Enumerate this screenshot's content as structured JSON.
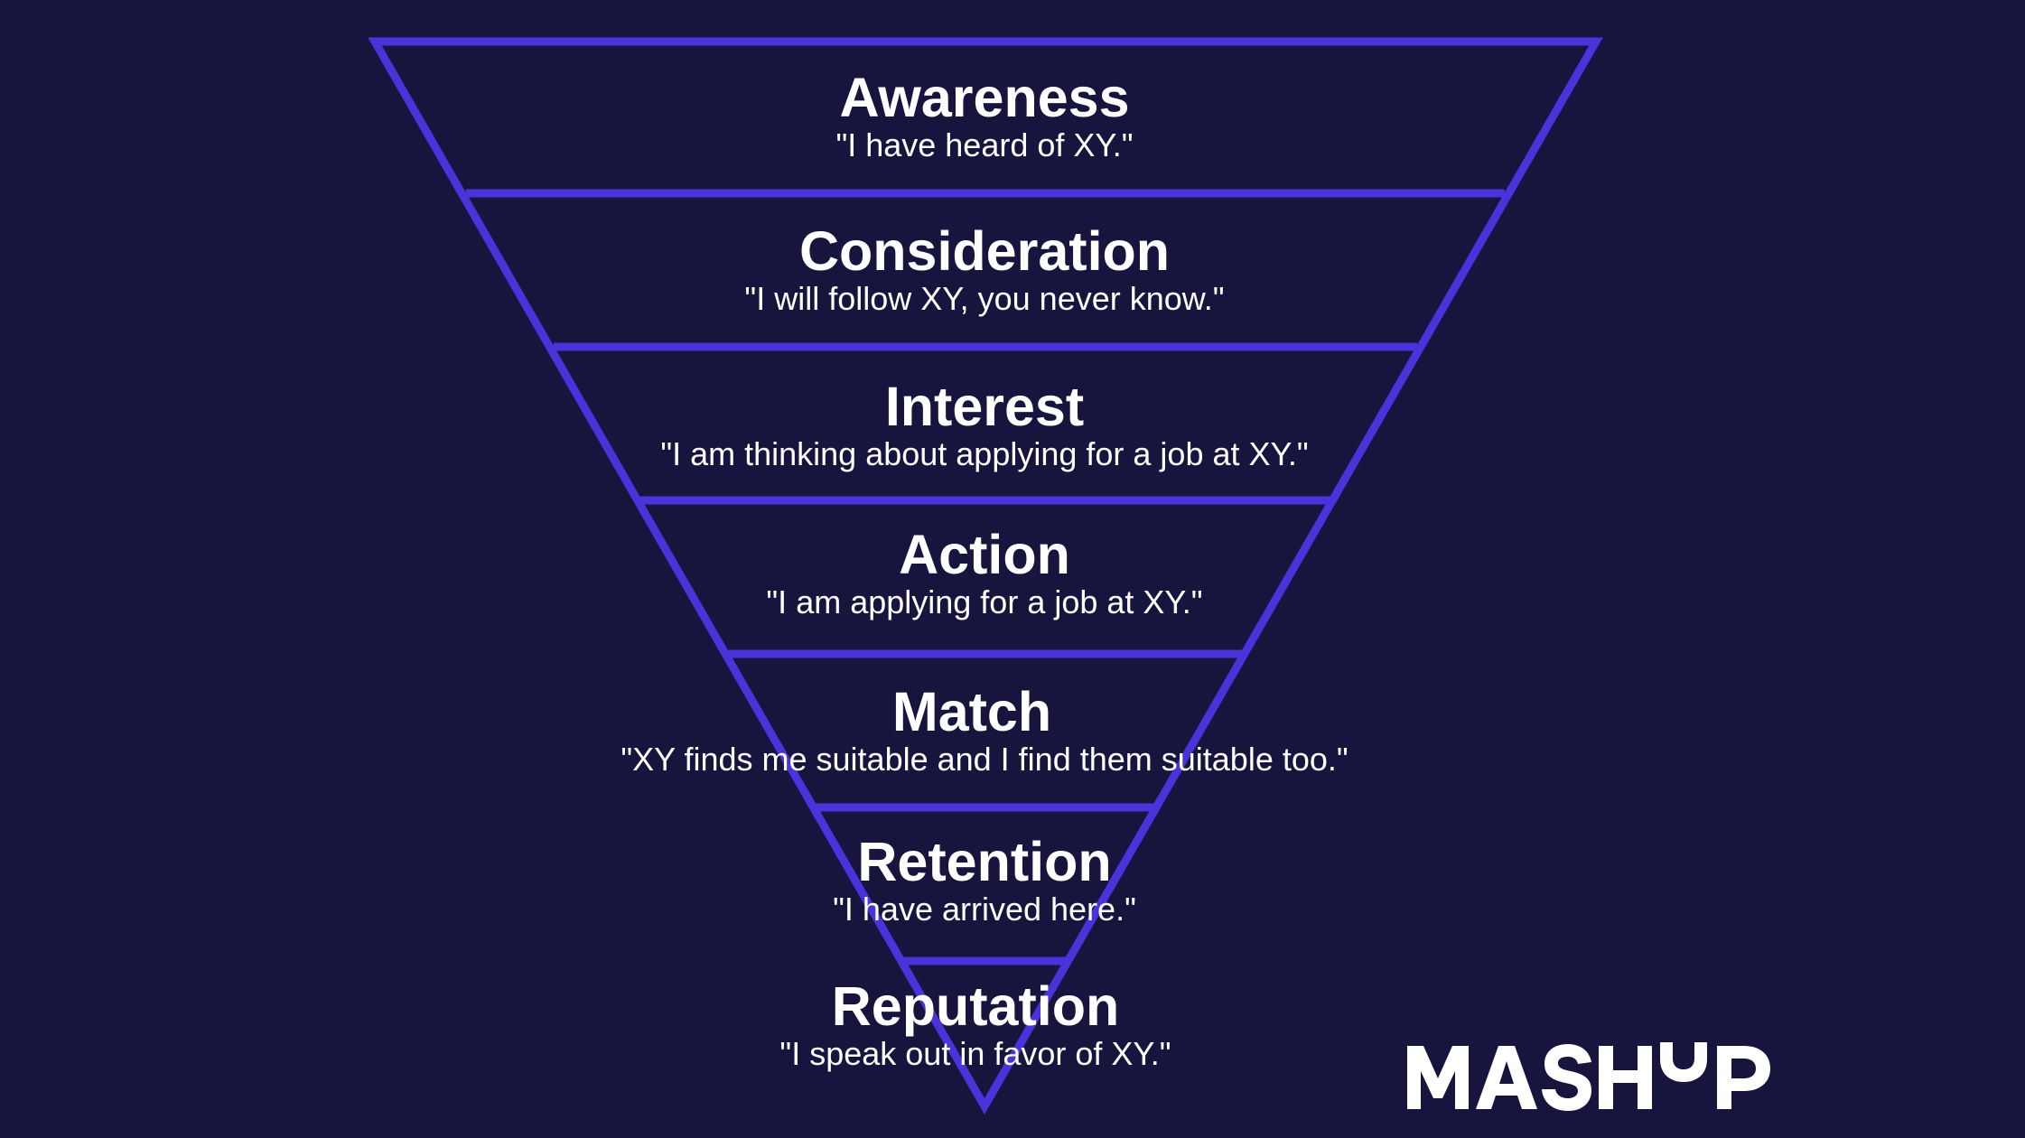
{
  "colors": {
    "background": "#17143d",
    "funnel_line": "#4b33db",
    "text": "#ffffff"
  },
  "funnel": {
    "stages": [
      {
        "title": "Awareness",
        "quote": "\"I have heard of XY.\""
      },
      {
        "title": "Consideration",
        "quote": "\"I will follow XY, you never know.\""
      },
      {
        "title": "Interest",
        "quote": "\"I am thinking about applying for a job at XY.\""
      },
      {
        "title": "Action",
        "quote": "\"I am applying for a job at XY.\""
      },
      {
        "title": "Match",
        "quote": "\"XY finds me suitable and I find them suitable too.\""
      },
      {
        "title": "Retention",
        "quote": "\"I have arrived here.\""
      },
      {
        "title": "Reputation",
        "quote": "\"I speak out in favor of XY.\""
      }
    ]
  },
  "logo": {
    "text": "MASHUP",
    "icon": "mashup-logo"
  }
}
